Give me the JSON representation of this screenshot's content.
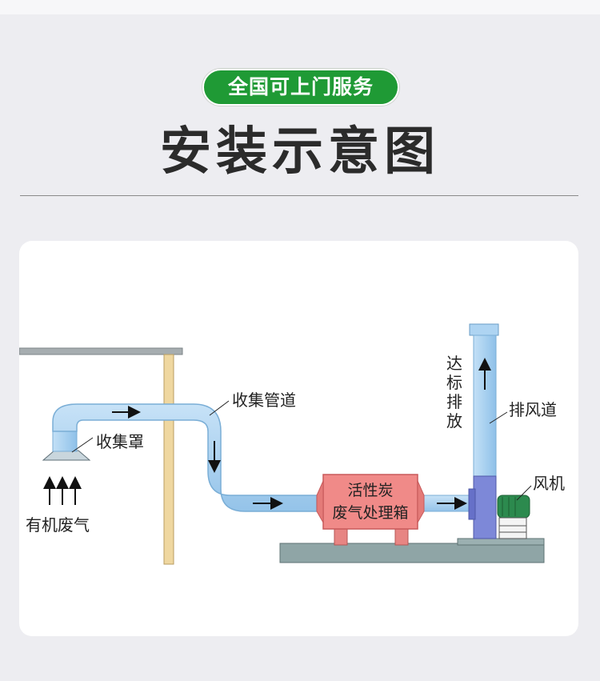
{
  "header": {
    "badge": "全国可上门服务",
    "title": "安装示意图"
  },
  "diagram": {
    "labels": {
      "hood": "收集罩",
      "exhaust_in": "有机废气",
      "collection_duct": "收集管道",
      "box_line1": "活性炭",
      "box_line2": "废气处理箱",
      "fan": "风机",
      "exhaust_duct": "排风道",
      "discharge": [
        "达",
        "标",
        "排",
        "放"
      ]
    },
    "colors": {
      "duct": "#aed4f2",
      "duct_edge": "#7aaed6",
      "box": "#f08a88",
      "box_edge": "#c85a5a",
      "base": "#8fa5a6",
      "post": "#efd7a0",
      "fan": "#2c8a4e",
      "stack_lower": "#7d88d8",
      "badge": "#1f9a35"
    }
  }
}
